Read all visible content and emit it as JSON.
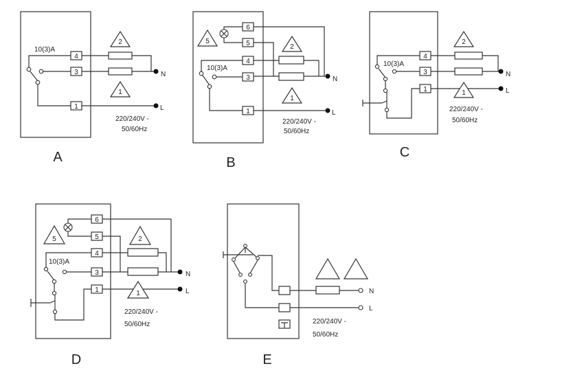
{
  "colors": {
    "ink": "#333333",
    "background": "#ffffff"
  },
  "diagrams": {
    "A": {
      "label": "A",
      "rating": "10(3)A",
      "terminals": [
        "4",
        "3",
        "1"
      ],
      "loads": [
        "2",
        "1"
      ],
      "neutral": "N",
      "line": "L",
      "voltage": "220/240V -",
      "frequency": "50/60Hz"
    },
    "B": {
      "label": "B",
      "rating": "10(3)A",
      "terminals": [
        "6",
        "5",
        "4",
        "3",
        "1"
      ],
      "loads": [
        "5",
        "2",
        "1"
      ],
      "neutral": "N",
      "line": "L",
      "voltage": "220/240V -",
      "frequency": "50/60Hz"
    },
    "C": {
      "label": "C",
      "rating": "10(3)A",
      "terminals": [
        "4",
        "3",
        "1"
      ],
      "loads": [
        "2",
        "1"
      ],
      "neutral": "N",
      "line": "L",
      "voltage": "220/240V -",
      "frequency": "50/60Hz"
    },
    "D": {
      "label": "D",
      "rating": "10(3)A",
      "terminals": [
        "6",
        "5",
        "4",
        "3",
        "1"
      ],
      "loads": [
        "5",
        "2",
        "1"
      ],
      "neutral": "N",
      "line": "L",
      "voltage": "220/240V -",
      "frequency": "50/60Hz"
    },
    "E": {
      "label": "E",
      "neutral": "N",
      "line": "L",
      "voltage": "220/240V -",
      "frequency": "50/60Hz"
    }
  }
}
